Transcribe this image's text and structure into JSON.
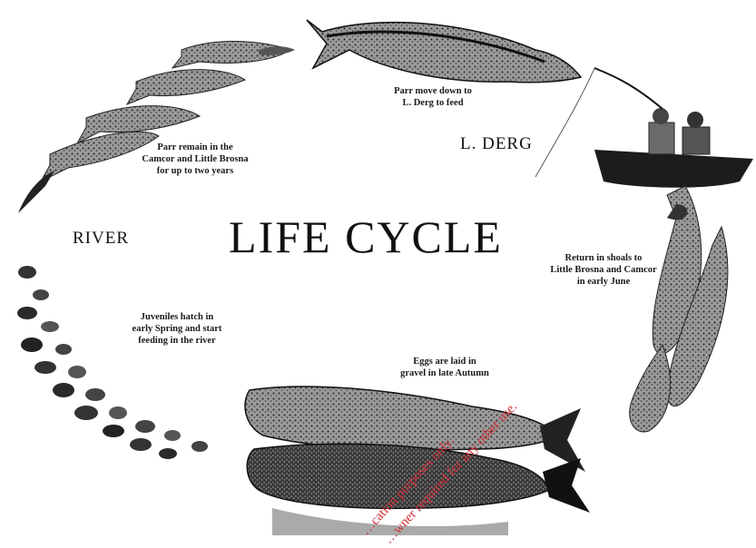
{
  "title": "LIFE CYCLE",
  "places": {
    "river": "RIVER",
    "lough": "L. DERG"
  },
  "stages": {
    "parr_down": [
      "Parr move down to",
      "L. Derg to feed"
    ],
    "parr_remain": [
      "Parr remain in the",
      "Camcor and Little Brosna",
      "for up to two years"
    ],
    "return": [
      "Return in shoals to",
      "Little Brosna and Camcor",
      "in early June"
    ],
    "juveniles": [
      "Juveniles hatch in",
      "early Spring and start",
      "feeding in the river"
    ],
    "eggs": [
      "Eggs are laid in",
      "gravel in late Autumn"
    ]
  },
  "watermark": {
    "line1": "…cation purposes only.",
    "line2": "…wner required for any other use.",
    "color": "#d4303a"
  },
  "icons": [
    "fish-illustration",
    "boat-with-anglers-illustration",
    "fishing-rod",
    "riverbed-stones"
  ]
}
